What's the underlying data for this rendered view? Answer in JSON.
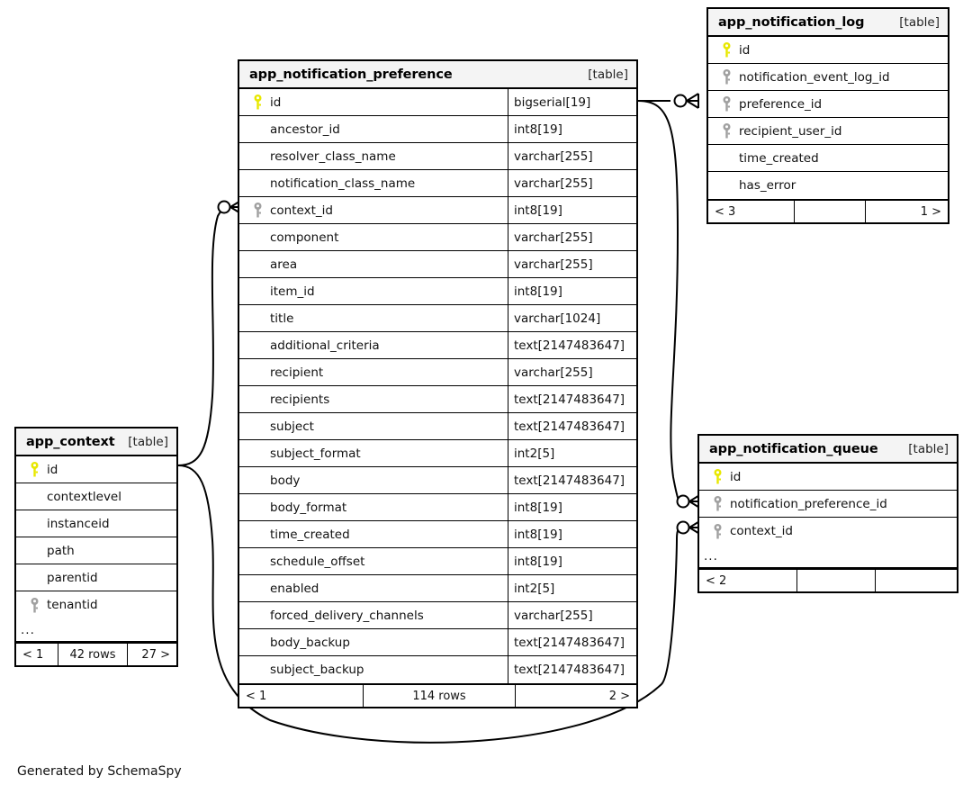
{
  "diagram": {
    "credit": "Generated by SchemaSpy",
    "table_tag": "[table]",
    "ellipsis": "...",
    "colors": {
      "pk_key": "#e8e800",
      "fk_key": "#a0a0a0",
      "header_bg": "#f4f4f4",
      "border": "#000000"
    }
  },
  "tables": {
    "notification_preference": {
      "title": "app_notification_preference",
      "tag": "[table]",
      "columns": [
        {
          "key": "pk",
          "name": "id",
          "type": "bigserial[19]"
        },
        {
          "key": "",
          "name": "ancestor_id",
          "type": "int8[19]"
        },
        {
          "key": "",
          "name": "resolver_class_name",
          "type": "varchar[255]"
        },
        {
          "key": "",
          "name": "notification_class_name",
          "type": "varchar[255]"
        },
        {
          "key": "fk",
          "name": "context_id",
          "type": "int8[19]"
        },
        {
          "key": "",
          "name": "component",
          "type": "varchar[255]"
        },
        {
          "key": "",
          "name": "area",
          "type": "varchar[255]"
        },
        {
          "key": "",
          "name": "item_id",
          "type": "int8[19]"
        },
        {
          "key": "",
          "name": "title",
          "type": "varchar[1024]"
        },
        {
          "key": "",
          "name": "additional_criteria",
          "type": "text[2147483647]"
        },
        {
          "key": "",
          "name": "recipient",
          "type": "varchar[255]"
        },
        {
          "key": "",
          "name": "recipients",
          "type": "text[2147483647]"
        },
        {
          "key": "",
          "name": "subject",
          "type": "text[2147483647]"
        },
        {
          "key": "",
          "name": "subject_format",
          "type": "int2[5]"
        },
        {
          "key": "",
          "name": "body",
          "type": "text[2147483647]"
        },
        {
          "key": "",
          "name": "body_format",
          "type": "int8[19]"
        },
        {
          "key": "",
          "name": "time_created",
          "type": "int8[19]"
        },
        {
          "key": "",
          "name": "schedule_offset",
          "type": "int8[19]"
        },
        {
          "key": "",
          "name": "enabled",
          "type": "int2[5]"
        },
        {
          "key": "",
          "name": "forced_delivery_channels",
          "type": "varchar[255]"
        },
        {
          "key": "",
          "name": "body_backup",
          "type": "text[2147483647]"
        },
        {
          "key": "",
          "name": "subject_backup",
          "type": "text[2147483647]"
        }
      ],
      "footer": {
        "prev": "< 1",
        "rows": "114 rows",
        "next": "2 >"
      }
    },
    "notification_log": {
      "title": "app_notification_log",
      "tag": "[table]",
      "columns": [
        {
          "key": "pk",
          "name": "id",
          "type": ""
        },
        {
          "key": "fk",
          "name": "notification_event_log_id",
          "type": ""
        },
        {
          "key": "fk",
          "name": "preference_id",
          "type": ""
        },
        {
          "key": "fk",
          "name": "recipient_user_id",
          "type": ""
        },
        {
          "key": "",
          "name": "time_created",
          "type": ""
        },
        {
          "key": "",
          "name": "has_error",
          "type": ""
        }
      ],
      "footer": {
        "prev": "< 3",
        "rows": "",
        "next": "1 >"
      }
    },
    "notification_queue": {
      "title": "app_notification_queue",
      "tag": "[table]",
      "columns": [
        {
          "key": "pk",
          "name": "id",
          "type": ""
        },
        {
          "key": "fk",
          "name": "notification_preference_id",
          "type": ""
        },
        {
          "key": "fk",
          "name": "context_id",
          "type": ""
        }
      ],
      "has_ellipsis": true,
      "footer": {
        "prev": "< 2",
        "rows": "",
        "next": ""
      }
    },
    "context": {
      "title": "app_context",
      "tag": "[table]",
      "columns": [
        {
          "key": "pk",
          "name": "id",
          "type": ""
        },
        {
          "key": "",
          "name": "contextlevel",
          "type": ""
        },
        {
          "key": "",
          "name": "instanceid",
          "type": ""
        },
        {
          "key": "",
          "name": "path",
          "type": ""
        },
        {
          "key": "",
          "name": "parentid",
          "type": ""
        },
        {
          "key": "fk",
          "name": "tenantid",
          "type": ""
        }
      ],
      "has_ellipsis": true,
      "footer": {
        "prev": "< 1",
        "rows": "42 rows",
        "next": "27 >"
      }
    }
  },
  "relationships": [
    {
      "name": "preference-id-to-log-preference-id",
      "from": "app_notification_preference.id",
      "to": "app_notification_log.preference_id"
    },
    {
      "name": "preference-id-to-queue-notification-pref-id",
      "from": "app_notification_preference.id",
      "to": "app_notification_queue.notification_preference_id"
    },
    {
      "name": "context-id-to-preference-context-id",
      "from": "app_context.id",
      "to": "app_notification_preference.context_id"
    },
    {
      "name": "context-id-to-queue-context-id",
      "from": "app_context.id",
      "to": "app_notification_queue.context_id"
    }
  ]
}
